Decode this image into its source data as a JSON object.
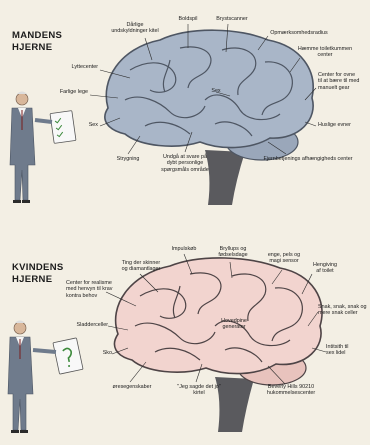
{
  "colors": {
    "background": "#f3efe4",
    "male_brain": "#a9b6c8",
    "male_brain_outline": "#4e5663",
    "female_brain": "#f2d4cf",
    "female_brain_outline": "#4e4446",
    "stem": "#5a5a5e",
    "suit": "#6f7b8c",
    "leader_lines": "#2a2a2a"
  },
  "male": {
    "heading_line1": "MANDENS",
    "heading_line2": "HJERNE",
    "labels": {
      "daarlige": "Dårlige\nundskyldninger kitel",
      "boldspil": "Boldspil",
      "brystscanner": "Brystscanner",
      "opmaerksomhed": "Opmærksomhedsradius",
      "toiletkummen": "Hæmme toiletkummen\ncenter",
      "lyttecenter": "Lyttecenter",
      "farlige_lege": "Farlige lege",
      "sex_left": "Sex",
      "sex_center": "Sex",
      "center_for_ovne": "Center for ovne\ntil at bære til med\nmanuelt gear",
      "huslige": "Huslige evner",
      "strygning": "Strygning",
      "undgaa": "Undgå at svare på\ndybt personlige\nspørgsmåls område",
      "fjernbetjening": "Fjernbetjenings afhængigheds center"
    }
  },
  "female": {
    "heading_line1": "KVINDENS",
    "heading_line2": "HJERNE",
    "labels": {
      "ting_der_skinner": "Ting der skinner\nog diamantlager",
      "impulskob": "Impulskøb",
      "bryllups": "Bryllups og\nfødselsdage",
      "enge": "enge, pels og\nmagi sensor",
      "hengiving": "Hengiving\naf toilet",
      "center_for_realisme": "Center for realisme\nmed henvyn til krav\nkontra behov",
      "snak": "Snak, snak, snak og\nmere snak celler",
      "sladderceller": "Sladderceller",
      "hovedpine": "Hovedpine\ngenerator",
      "sko": "Sko",
      "intitsith": "Intitsith til\nsex     lidel",
      "oresegenskaber": "øresegenskaber",
      "jeg_sagde": "\"Jeg sagde det jo\"\nkirtel",
      "beverly": "Beverly Hills 90210\nhukommelsescenter"
    }
  }
}
